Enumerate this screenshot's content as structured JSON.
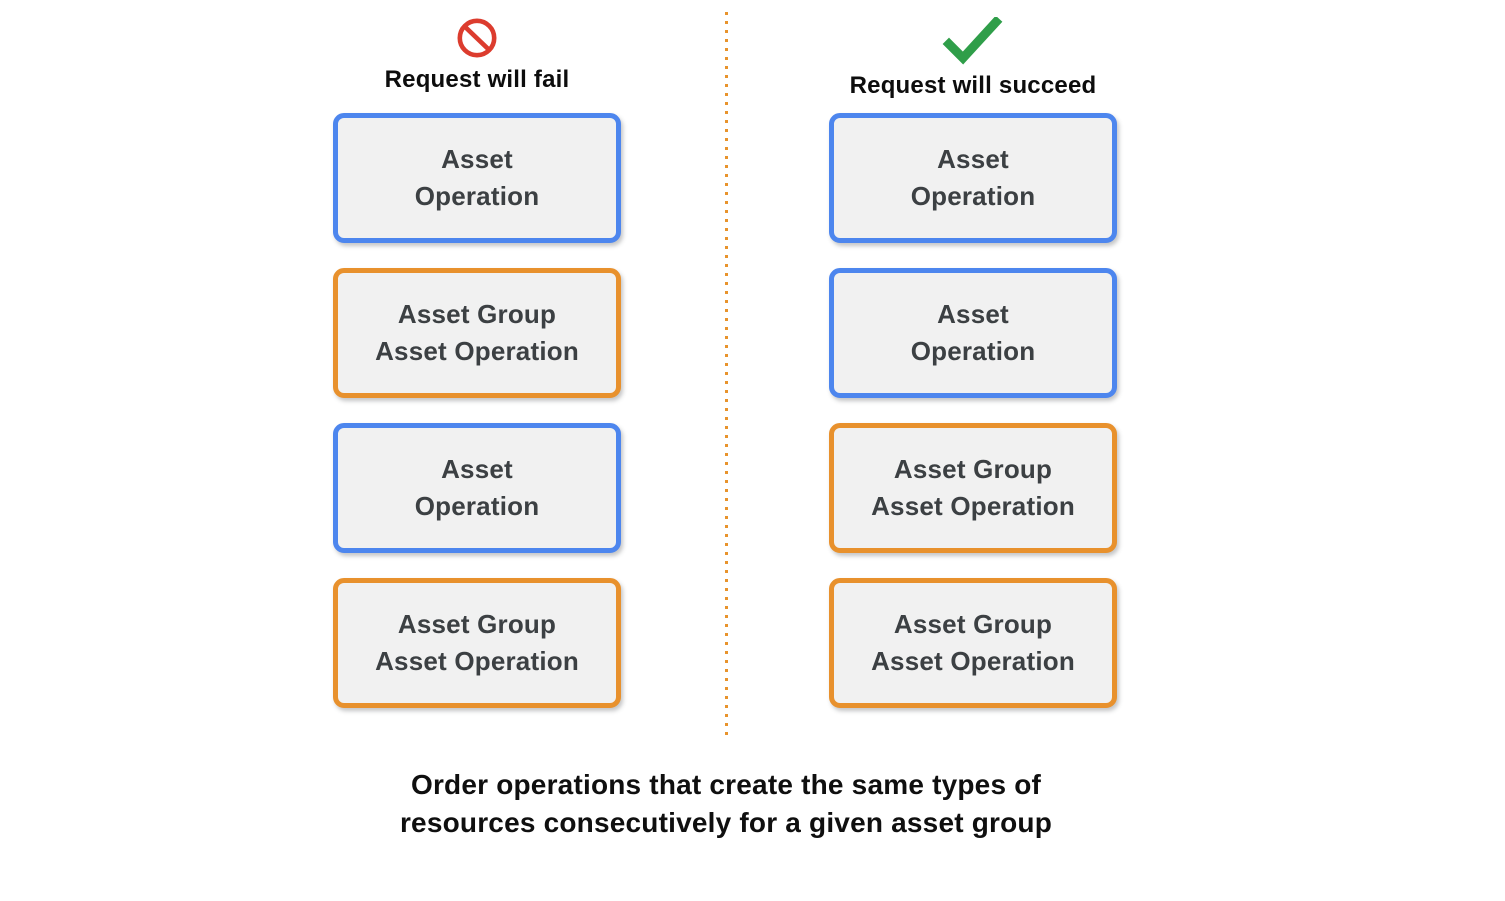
{
  "diagram": {
    "fail_column": {
      "header": "Request will fail",
      "icon": "prohibited-icon",
      "boxes": [
        {
          "label": "Asset\nOperation",
          "type": "asset-operation"
        },
        {
          "label": "Asset Group\nAsset Operation",
          "type": "asset-group-asset-operation"
        },
        {
          "label": "Asset\nOperation",
          "type": "asset-operation"
        },
        {
          "label": "Asset Group\nAsset Operation",
          "type": "asset-group-asset-operation"
        }
      ]
    },
    "succeed_column": {
      "header": "Request will succeed",
      "icon": "check-icon",
      "boxes": [
        {
          "label": "Asset\nOperation",
          "type": "asset-operation"
        },
        {
          "label": "Asset\nOperation",
          "type": "asset-operation"
        },
        {
          "label": "Asset Group\nAsset Operation",
          "type": "asset-group-asset-operation"
        },
        {
          "label": "Asset Group\nAsset Operation",
          "type": "asset-group-asset-operation"
        }
      ]
    },
    "caption": "Order operations that create the same types of\nresources consecutively for a given asset group",
    "colors": {
      "asset_operation_border": "#4D86EE",
      "asset_group_asset_operation_border": "#E8912D",
      "box_fill": "#F1F1F1",
      "box_text": "#3C4043",
      "divider_dots": "#E8932C",
      "fail_icon": "#DC3C2E",
      "success_icon": "#2F9E49",
      "heading_text": "#0D0D0D"
    }
  }
}
